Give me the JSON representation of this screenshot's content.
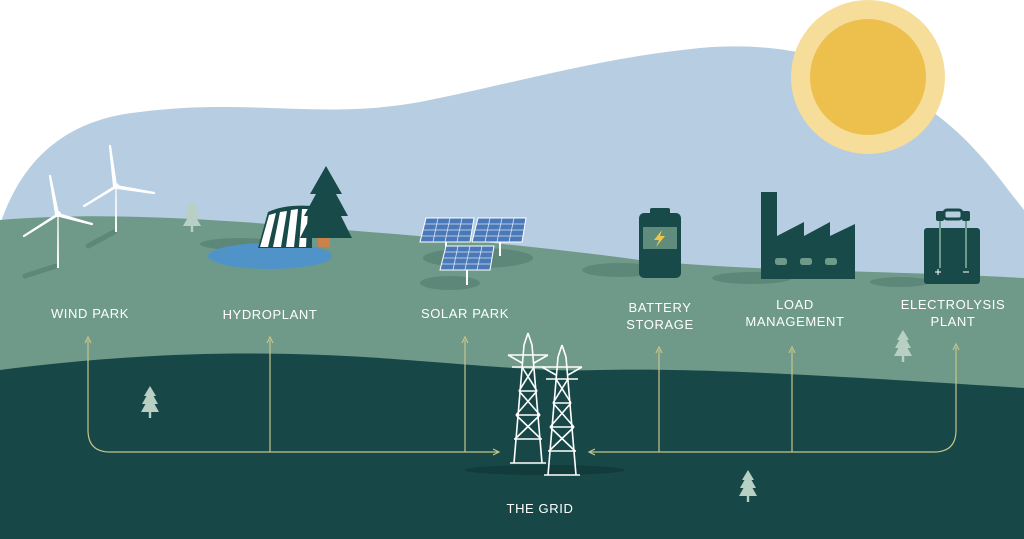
{
  "labels": {
    "wind_park": "WIND PARK",
    "hydroplant": "HYDROPLANT",
    "solar_park": "SOLAR PARK",
    "battery_storage": [
      "BATTERY",
      "STORAGE"
    ],
    "load_management": [
      "LOAD",
      "MANAGEMENT"
    ],
    "electrolysis_plant": [
      "ELECTROLYSIS",
      "PLANT"
    ],
    "the_grid": "THE GRID"
  },
  "colors": {
    "sky": "#b7cde2",
    "hill": "#6f9a8a",
    "ground": "#174747",
    "icon_dark": "#184a4a",
    "sun_outer": "#f6dd9a",
    "sun_inner": "#edc04e",
    "water": "#4f93c9",
    "solar_panel": "#4a78b8",
    "flow_line": "#c6c58a",
    "label_text": "#ffffff"
  },
  "icons": {
    "sun": "sun-icon",
    "wind": "wind-turbine-icon",
    "hydro": "hydro-dam-icon",
    "solar": "solar-panel-icon",
    "battery": "battery-icon",
    "factory": "factory-icon",
    "electrolysis": "electrolysis-tank-icon",
    "tower": "pylon-icon",
    "tree": "tree-icon"
  }
}
